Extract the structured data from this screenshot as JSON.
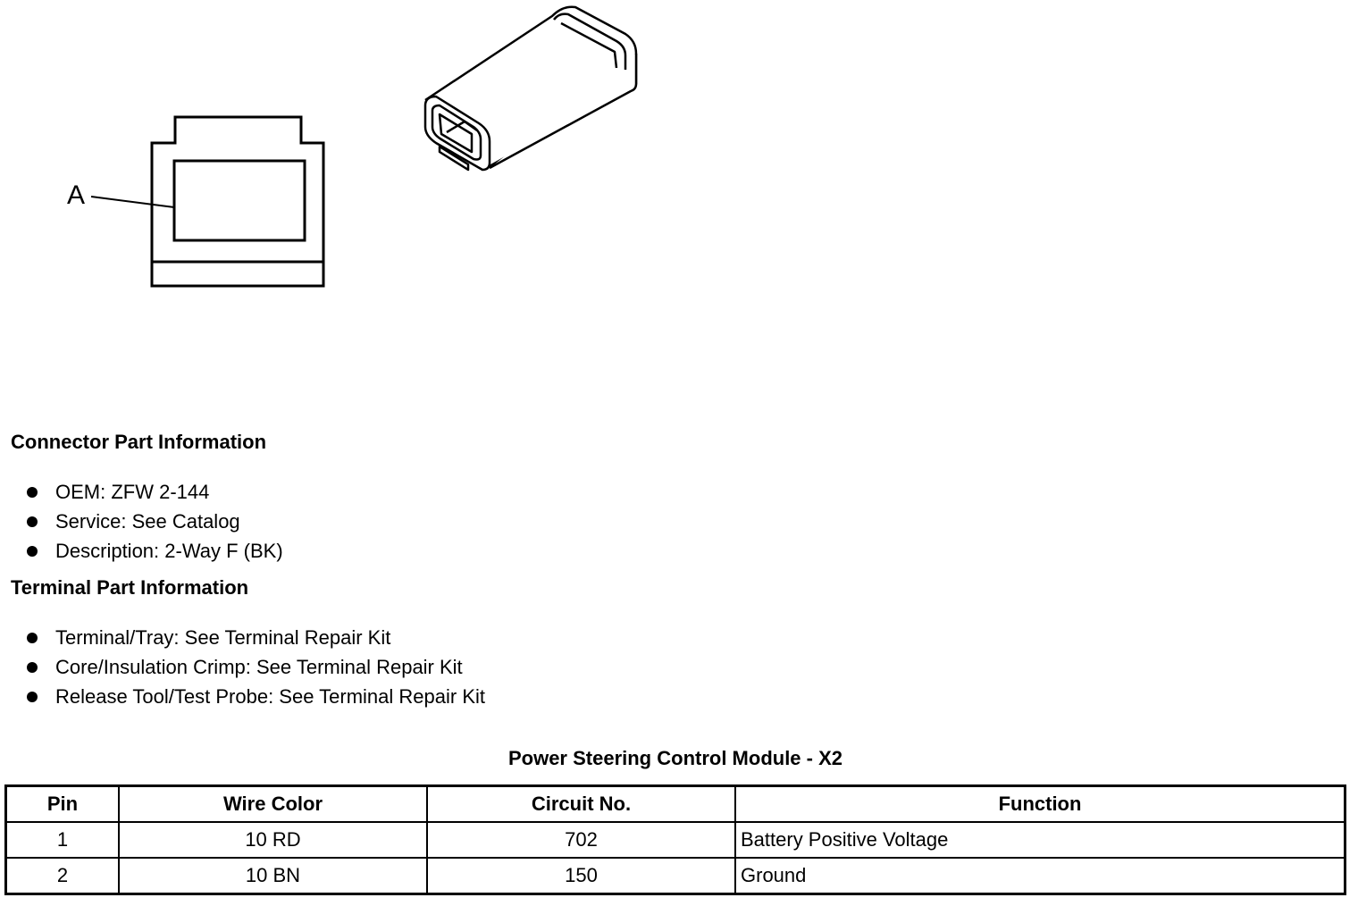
{
  "figure": {
    "callout_label": "A"
  },
  "connector_info": {
    "heading": "Connector Part Information",
    "items": [
      "OEM: ZFW 2-144",
      "Service: See Catalog",
      "Description: 2-Way F (BK)"
    ]
  },
  "terminal_info": {
    "heading": "Terminal Part Information",
    "items": [
      "Terminal/Tray: See Terminal Repair Kit",
      "Core/Insulation Crimp: See Terminal Repair Kit",
      "Release Tool/Test Probe: See Terminal Repair Kit"
    ]
  },
  "pin_table": {
    "title": "Power Steering Control Module - X2",
    "headers": {
      "pin": "Pin",
      "wire_color": "Wire Color",
      "circuit": "Circuit No.",
      "function": "Function"
    },
    "rows": [
      {
        "pin": "1",
        "wire_color": "10 RD",
        "circuit": "702",
        "function": "Battery Positive Voltage"
      },
      {
        "pin": "2",
        "wire_color": "10 BN",
        "circuit": "150",
        "function": "Ground"
      }
    ]
  }
}
